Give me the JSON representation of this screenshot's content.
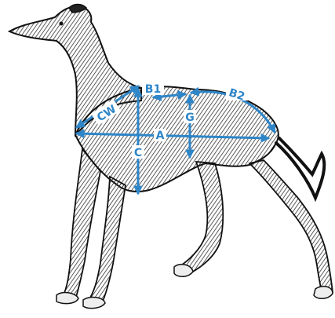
{
  "illustration": {
    "subject": "dog-engraving",
    "icon": "greyhound-icon"
  },
  "measurements": [
    {
      "id": "CW",
      "label": "CW"
    },
    {
      "id": "B1",
      "label": "B1"
    },
    {
      "id": "B2",
      "label": "B2"
    },
    {
      "id": "A",
      "label": "A"
    },
    {
      "id": "G",
      "label": "G"
    },
    {
      "id": "C",
      "label": "C"
    }
  ],
  "colors": {
    "measure_line": "#2e86c8",
    "measure_label": "#2e86c8",
    "dog_ink": "#111111",
    "background": "#ffffff"
  }
}
